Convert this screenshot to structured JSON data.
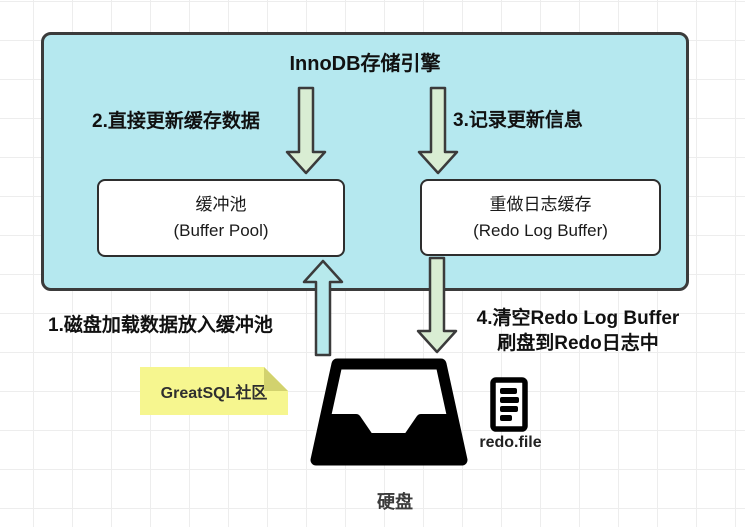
{
  "diagram": {
    "title": "InnoDB存储引擎",
    "boxes": {
      "buffer_pool": {
        "line1": "缓冲池",
        "line2": "(Buffer Pool)"
      },
      "redo_log_buffer": {
        "line1": "重做日志缓存",
        "line2": "(Redo Log Buffer)"
      }
    },
    "labels": {
      "step1": "1.磁盘加载数据放入缓冲池",
      "step2": "2.直接更新缓存数据",
      "step3": "3.记录更新信息",
      "step4_line1": "4.清空Redo Log Buffer",
      "step4_line2": "刷盘到Redo日志中"
    },
    "note": {
      "text": "GreatSQL社区"
    },
    "disk_label": "硬盘",
    "file_label": "redo.file",
    "icons": {
      "hard_disk": "inbox-tray-icon",
      "redo_file": "document-list-icon",
      "flow_down": "down-arrow-icon",
      "flow_up": "up-arrow-icon"
    },
    "colors": {
      "container_fill": "#b5e8ef",
      "container_border": "#3b3b3b",
      "arrow_green_fill": "#d9edd3",
      "arrow_cyan_fill": "#b7e9ec",
      "arrow_stroke": "#3b3b3b",
      "note_fill": "#f6f68f",
      "note_fold": "#d2d26e",
      "icon_black": "#000000",
      "grid_line": "#ededed"
    }
  }
}
